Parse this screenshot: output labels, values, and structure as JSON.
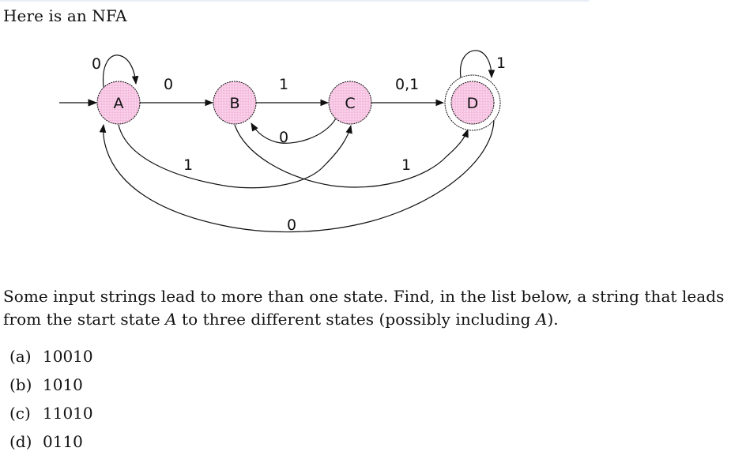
{
  "intro": {
    "text": "Here is an NFA"
  },
  "diagram": {
    "fill_color": "#f7c6e3",
    "stroke_color": "#111111",
    "states": [
      {
        "id": "A",
        "label": "A",
        "start": true,
        "accepting": false
      },
      {
        "id": "B",
        "label": "B",
        "start": false,
        "accepting": false
      },
      {
        "id": "C",
        "label": "C",
        "start": false,
        "accepting": false
      },
      {
        "id": "D",
        "label": "D",
        "start": false,
        "accepting": true
      }
    ],
    "transitions": [
      {
        "from": "A",
        "to": "A",
        "label": "0"
      },
      {
        "from": "A",
        "to": "B",
        "label": "0"
      },
      {
        "from": "B",
        "to": "C",
        "label": "1"
      },
      {
        "from": "C",
        "to": "D",
        "label": "0,1"
      },
      {
        "from": "D",
        "to": "D",
        "label": "1"
      },
      {
        "from": "C",
        "to": "B",
        "label": "0"
      },
      {
        "from": "A",
        "to": "C",
        "label": "1"
      },
      {
        "from": "B",
        "to": "D",
        "label": "1"
      },
      {
        "from": "D",
        "to": "A",
        "label": "0"
      }
    ]
  },
  "question": {
    "line1": "Some input strings lead to more than one state. Find, in the list below, a string that leads",
    "line2_pre": "from the start state ",
    "line2_math": "A",
    "line2_mid": " to three different states (possibly including ",
    "line2_math2": "A",
    "line2_post": ")."
  },
  "options": [
    {
      "key": "(a)",
      "value": "10010"
    },
    {
      "key": "(b)",
      "value": "1010"
    },
    {
      "key": "(c)",
      "value": "11010"
    },
    {
      "key": "(d)",
      "value": "0110"
    }
  ]
}
